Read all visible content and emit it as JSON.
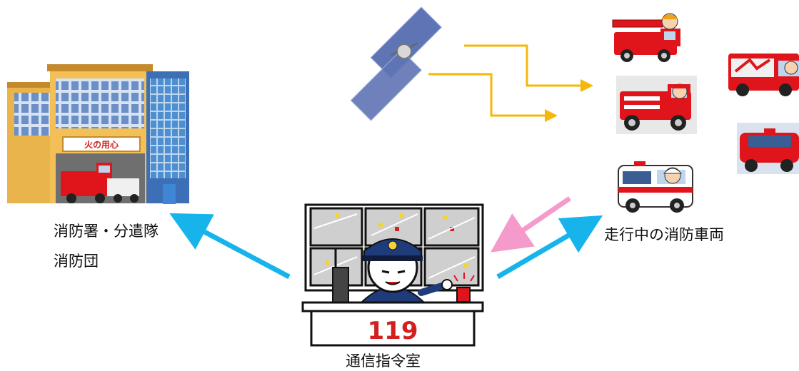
{
  "labels": {
    "station": "消防署・分遣隊",
    "corps": "消防団",
    "vehicles": "走行中の消防車両",
    "center": "通信指令室"
  },
  "panel": {
    "number": "119"
  },
  "building": {
    "sign": "火の用心"
  },
  "colors": {
    "arrow_blue": "#17b4ec",
    "arrow_pink": "#f59bcb",
    "arrow_yellow": "#f5b70a",
    "fire_red": "#e0151b",
    "building_tan": "#e9b44c",
    "window_blue": "#6b8fc7",
    "uniform_navy": "#1f3b7a"
  },
  "icons": [
    "satellite-icon",
    "fire-station-icon",
    "fire-truck-icon",
    "ambulance-icon",
    "dispatcher-icon",
    "monitor-icon"
  ]
}
